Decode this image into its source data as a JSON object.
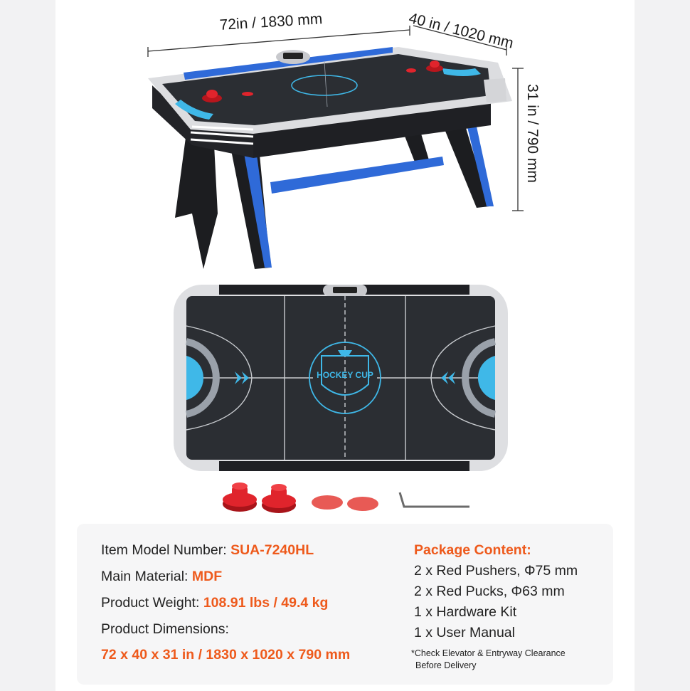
{
  "dimensions": {
    "length": "72in / 1830 mm",
    "width": "40 in / 1020 mm",
    "height": "31 in / 790 mm"
  },
  "table_logo_text": "HOCKEY CUP",
  "specs": {
    "model_label": "Item Model Number:",
    "model_value": "SUA-7240HL",
    "material_label": "Main Material:",
    "material_value": "MDF",
    "weight_label": "Product Weight:",
    "weight_value": "108.91 lbs / 49.4 kg",
    "dimensions_label": "Product Dimensions:",
    "dimensions_value": "72 x 40 x 31 in / 1830 x 1020 x 790 mm"
  },
  "package": {
    "title": "Package Content:",
    "items": [
      "2 x Red Pushers, Φ75 mm",
      "2 x Red Pucks, Φ63 mm",
      "1 x Hardware Kit",
      "1 x User Manual"
    ],
    "note_line1": "*Check Elevator & Entryway Clearance",
    "note_line2": "Before Delivery"
  },
  "colors": {
    "accent": "#ee5a1c",
    "table_surface": "#2b2e33",
    "table_blue": "#2f6ad8",
    "goal_cyan": "#3fb8e8",
    "pusher_red": "#e0242c"
  }
}
